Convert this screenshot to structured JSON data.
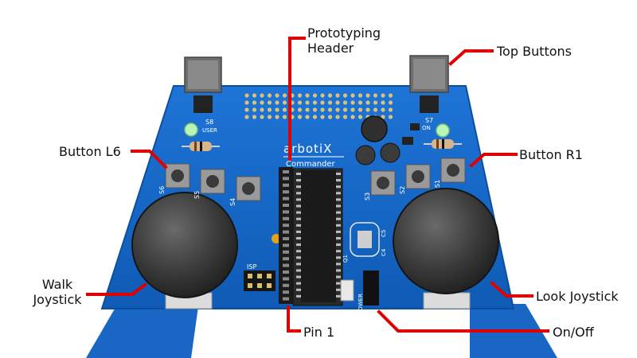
{
  "board": {
    "brand_text": "arbotiX",
    "model_text": "Commander",
    "silkscreen": {
      "s8": "S8",
      "user": "USER",
      "s7": "S7",
      "on": "ON",
      "s6": "S6",
      "s5": "S5",
      "s4": "S4",
      "s3": "S3",
      "s2": "S2",
      "s1": "S1",
      "isp": "ISP",
      "power": "POWER",
      "q1": "Q1",
      "c4": "C4",
      "c5": "C5"
    },
    "colors": {
      "pcb": "#1565c0",
      "callout": "#e00000",
      "joystick": "#3a3a3a",
      "chip": "#1a1a1a"
    }
  },
  "callouts": {
    "prototyping_header": {
      "line1": "Prototyping",
      "line2": "Header"
    },
    "top_buttons": "Top Buttons",
    "button_l6": "Button L6",
    "button_r1": "Button R1",
    "walk_joystick": {
      "line1": "Walk",
      "line2": "Joystick"
    },
    "look_joystick": "Look Joystick",
    "pin1": "Pin 1",
    "on_off": "On/Off"
  }
}
